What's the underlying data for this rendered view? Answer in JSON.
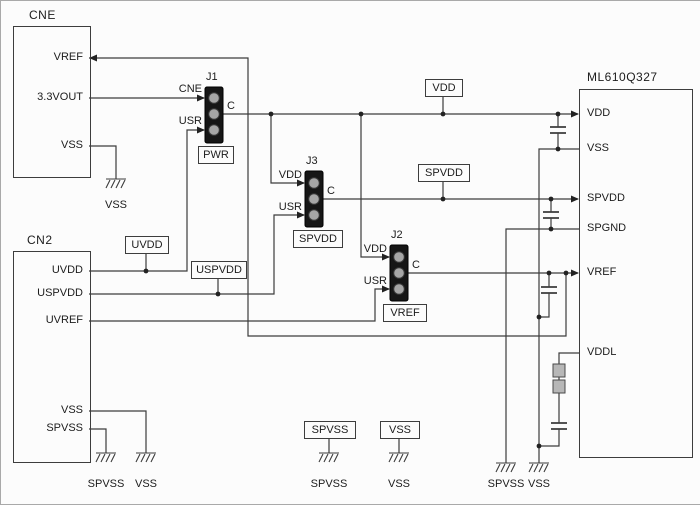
{
  "connectors": {
    "cne": {
      "title": "CNE",
      "pins": {
        "vref": "VREF",
        "vout": "3.3VOUT",
        "vss": "VSS"
      }
    },
    "cn2": {
      "title": "CN2",
      "pins": {
        "uvdd": "UVDD",
        "uspvdd": "USPVDD",
        "uvref": "UVREF",
        "vss": "VSS",
        "spvss": "SPVSS"
      }
    },
    "ic": {
      "title": "ML610Q327",
      "pins": {
        "vdd": "VDD",
        "vss": "VSS",
        "spvdd": "SPVDD",
        "spgnd": "SPGND",
        "vref": "VREF",
        "vddl": "VDDL"
      }
    }
  },
  "jumpers": {
    "j1": {
      "ref": "J1",
      "function": "PWR",
      "in_top": "CNE",
      "in_bottom": "USR",
      "common": "C"
    },
    "j3": {
      "ref": "J3",
      "function": "SPVDD",
      "in_top": "VDD",
      "in_bottom": "USR",
      "common": "C"
    },
    "j2": {
      "ref": "J2",
      "function": "VREF",
      "in_top": "VDD",
      "in_bottom": "USR",
      "common": "C"
    }
  },
  "net_labels": {
    "vdd": "VDD",
    "spvdd": "SPVDD",
    "uvdd": "UVDD",
    "uspvdd": "USPVDD",
    "spvss": "SPVSS",
    "vss": "VSS"
  },
  "ground_labels": {
    "cne_vss": "VSS",
    "cn2_spvss": "SPVSS",
    "cn2_vss": "VSS",
    "mid_spvss": "SPVSS",
    "mid_vss": "VSS",
    "right_spvss": "SPVSS",
    "right_vss": "VSS"
  },
  "colors": {
    "wire": "#3c3c3c",
    "jumper_body": "#161616",
    "jumper_pin": "#a6a6a6",
    "component_fill": "#b7b7b7"
  }
}
